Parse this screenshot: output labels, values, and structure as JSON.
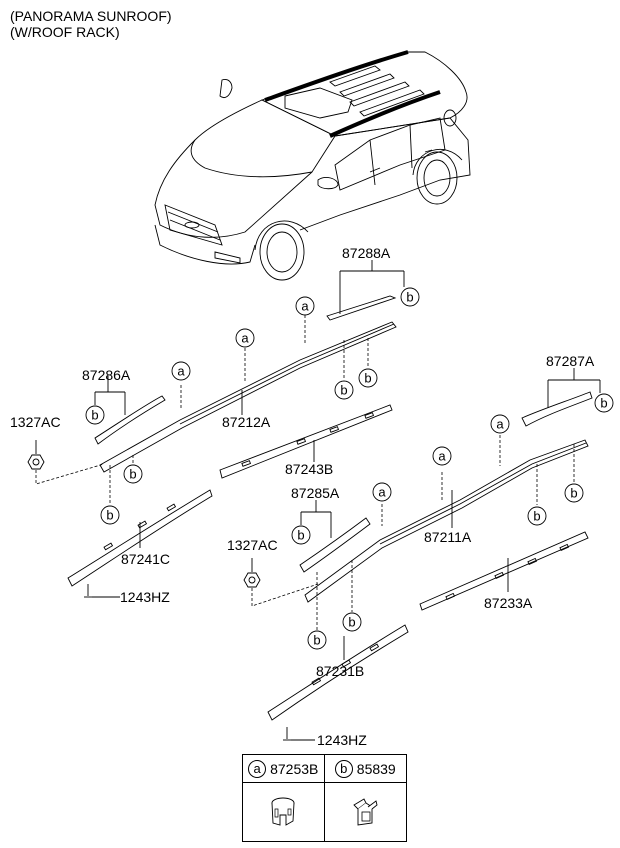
{
  "header": {
    "line1": "(PANORAMA SUNROOF)",
    "line2": "(W/ROOF RACK)"
  },
  "parts": {
    "p87288A": "87288A",
    "p87286A": "87286A",
    "p87212A": "87212A",
    "p87287A": "87287A",
    "p87243B": "87243B",
    "p87285A": "87285A",
    "p87211A": "87211A",
    "p87241C": "87241C",
    "p87233A": "87233A",
    "p87231B": "87231B",
    "p1327AC_left": "1327AC",
    "p1327AC_mid": "1327AC",
    "p1243HZ_left": "1243HZ",
    "p1243HZ_bottom": "1243HZ"
  },
  "callouts": {
    "a": "a",
    "b": "b"
  },
  "legend": {
    "items": [
      {
        "key": "a",
        "part_number": "87253B",
        "icon": "clip-cap-icon"
      },
      {
        "key": "b",
        "part_number": "85839",
        "icon": "retainer-clip-icon"
      }
    ]
  }
}
